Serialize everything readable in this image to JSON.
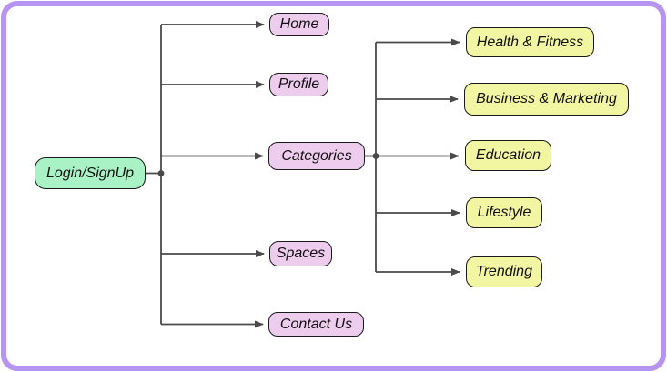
{
  "diagram": {
    "type": "flowchart-sitemap",
    "root": {
      "label": "Login/SignUp"
    },
    "level1": [
      {
        "label": "Home"
      },
      {
        "label": "Profile"
      },
      {
        "label": "Categories"
      },
      {
        "label": "Spaces"
      },
      {
        "label": "Contact Us"
      }
    ],
    "level2_parent": "Categories",
    "level2": [
      {
        "label": "Health & Fitness"
      },
      {
        "label": "Business & Marketing"
      },
      {
        "label": "Education"
      },
      {
        "label": "Lifestyle"
      },
      {
        "label": "Trending"
      }
    ],
    "colors": {
      "frame": "#b793f2",
      "root_fill": "#a9f2c6",
      "level1_fill": "#eeccee",
      "level2_fill": "#f2f5a1",
      "node_border": "#1a1a1a",
      "connector": "#4a4a4a",
      "text": "#111111"
    }
  }
}
